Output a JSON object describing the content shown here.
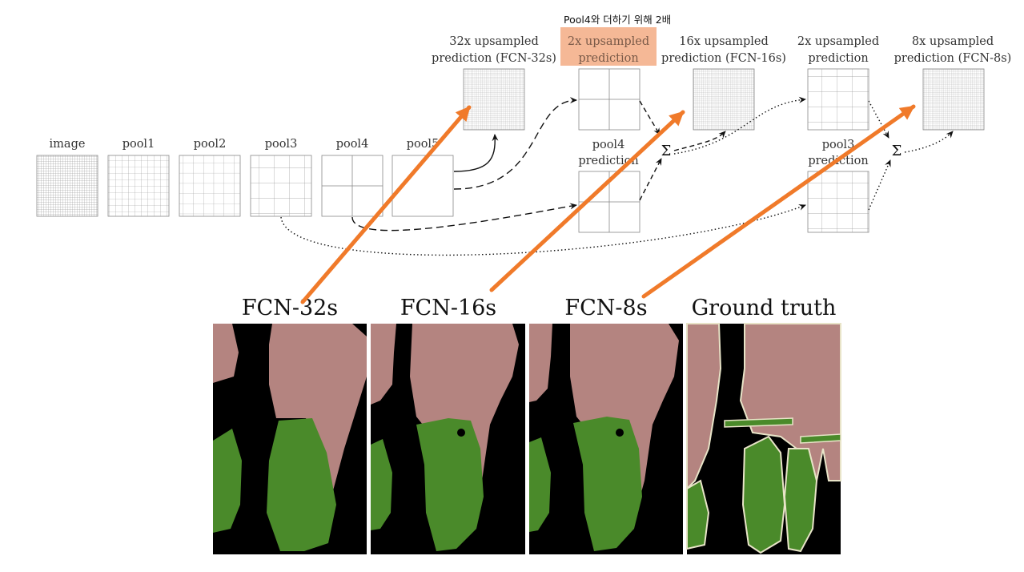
{
  "annotation": {
    "note": "Pool4와 더하기 위해 2배",
    "highlight_color": "#f5b896",
    "arrow_color": "#f07a2a"
  },
  "diagram": {
    "labels": {
      "image": "image",
      "pool1": "pool1",
      "pool2": "pool2",
      "pool3": "pool3",
      "pool4": "pool4",
      "pool5": "pool5",
      "fcn32_line1": "32x upsampled",
      "fcn32_line2": "prediction (FCN-32s)",
      "up2a_line1": "2x upsampled",
      "up2a_line2": "prediction",
      "fcn16_line1": "16x upsampled",
      "fcn16_line2": "prediction (FCN-16s)",
      "up2b_line1": "2x upsampled",
      "up2b_line2": "prediction",
      "fcn8_line1": "8x upsampled",
      "fcn8_line2": "prediction (FCN-8s)",
      "pool4pred_line1": "pool4",
      "pool4pred_line2": "prediction",
      "pool3pred_line1": "pool3",
      "pool3pred_line2": "prediction",
      "sum_a": "Σ",
      "sum_b": "Σ"
    }
  },
  "results": {
    "titles": [
      "FCN-32s",
      "FCN-16s",
      "FCN-8s",
      "Ground truth"
    ],
    "colors": {
      "background": "#000000",
      "person": "#b48480",
      "bike": "#4a8a2a",
      "outline": "#e8e4c8"
    }
  }
}
